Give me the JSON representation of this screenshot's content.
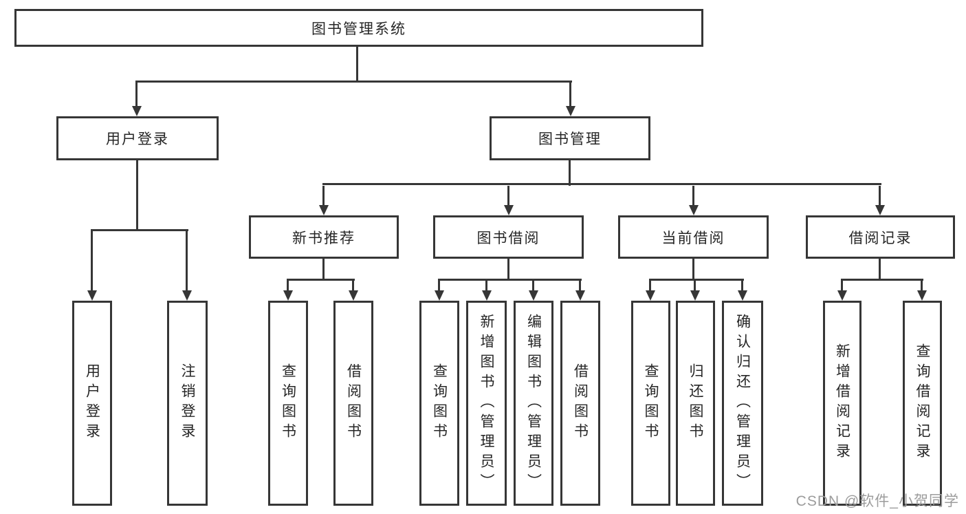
{
  "tree": {
    "root": {
      "label": "图书管理系统"
    },
    "children": [
      {
        "label": "用户登录",
        "children": [
          {
            "label": "用户登录"
          },
          {
            "label": "注销登录"
          }
        ]
      },
      {
        "label": "图书管理",
        "children": [
          {
            "label": "新书推荐",
            "children": [
              {
                "label": "查询图书"
              },
              {
                "label": "借阅图书"
              }
            ]
          },
          {
            "label": "图书借阅",
            "children": [
              {
                "label": "查询图书"
              },
              {
                "label": "新增图书（管理员）"
              },
              {
                "label": "编辑图书（管理员）"
              },
              {
                "label": "借阅图书"
              }
            ]
          },
          {
            "label": "当前借阅",
            "children": [
              {
                "label": "查询图书"
              },
              {
                "label": "归还图书"
              },
              {
                "label": "确认归还（管理员）"
              }
            ]
          },
          {
            "label": "借阅记录",
            "children": [
              {
                "label": "新增借阅记录"
              },
              {
                "label": "查询借阅记录"
              }
            ]
          }
        ]
      }
    ]
  },
  "watermark": {
    "text": "CSDN @软件_小贺同学"
  },
  "colors": {
    "line": "#363636",
    "box_border": "#363636",
    "text": "#262626",
    "watermark": "#9c9c9c",
    "background": "#ffffff"
  }
}
